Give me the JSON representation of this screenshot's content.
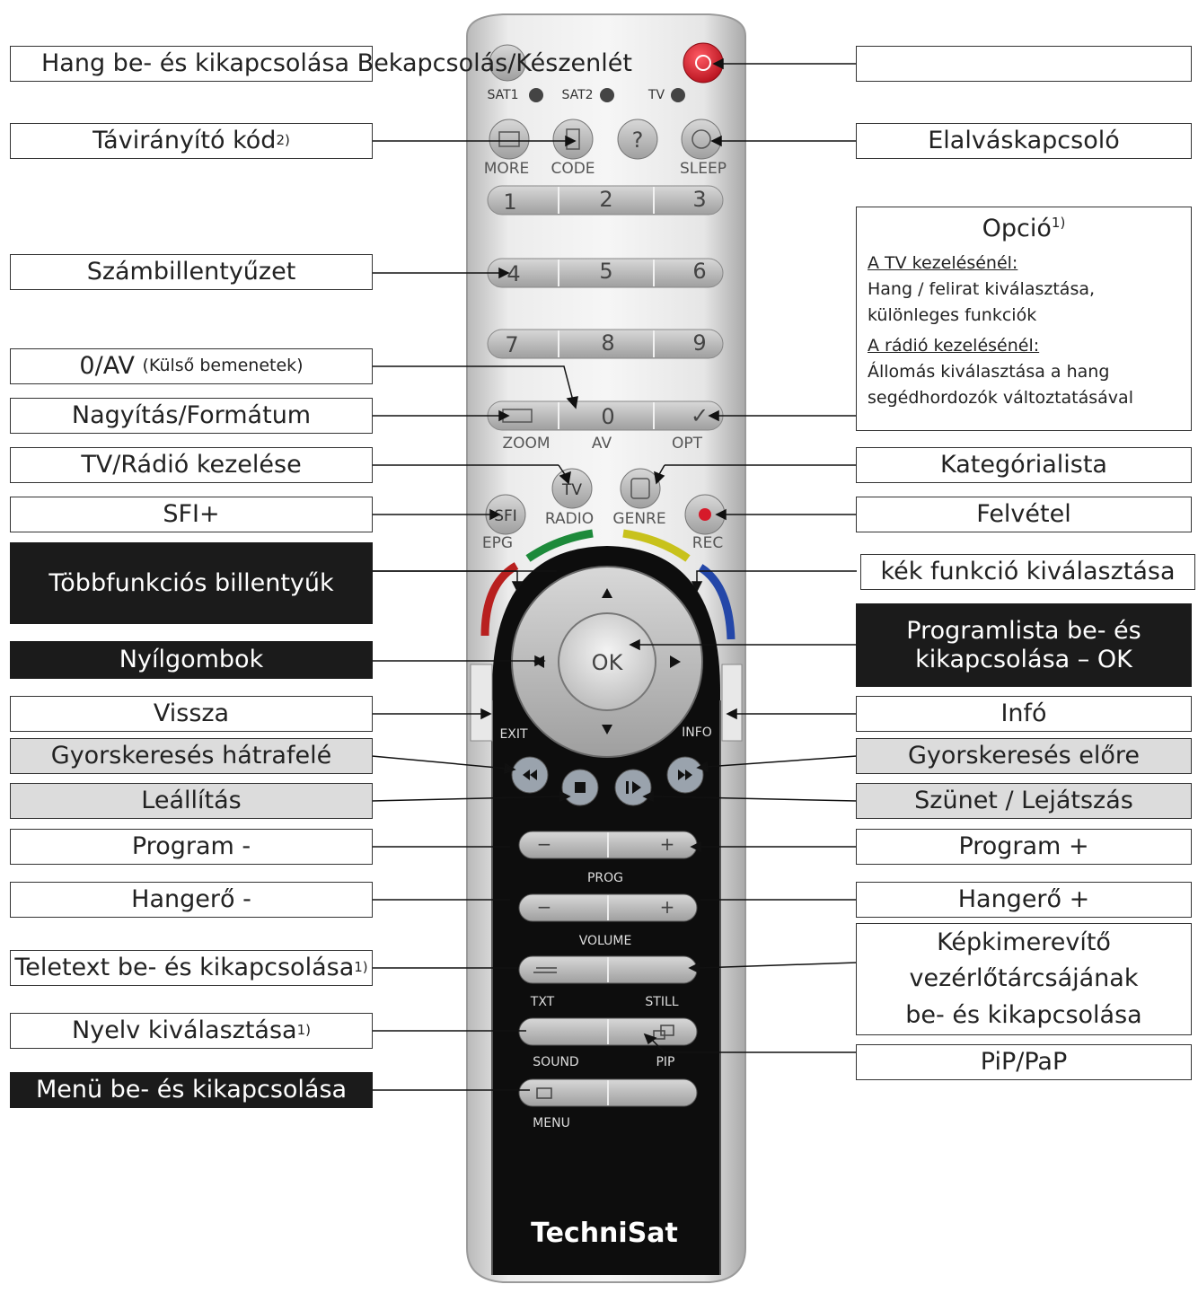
{
  "brand": "TechniSat",
  "colors": {
    "red_button": "#d61a2a",
    "green": "#1d8a3a",
    "yellow": "#c8c21c",
    "blue": "#2447a8",
    "red_arc": "#b8201f"
  },
  "labels": {
    "mute_power": "Hang be- és kikapcsolása Bekapcsolás/Készenlét",
    "power_right": "",
    "remote_code": "Távirányító kód",
    "remote_code_sup": "2)",
    "sleep": "Elalváskapcsoló",
    "numpad": "Számbillentyűzet",
    "zero_av": "0/AV",
    "zero_av_sub": "(Külső bemenetek)",
    "zoom_format": "Nagyítás/Formátum",
    "tv_radio": "TV/Rádió kezelése",
    "sfi": "SFI+",
    "category": "Kategórialista",
    "record": "Felvétel",
    "multifunction": "Többfunkciós billentyűk",
    "blue_function": "kék funkció kiválasztása",
    "arrows": "Nyílgombok",
    "program_list_1": "Programlista be- és",
    "program_list_2": "kikapcsolása – OK",
    "back": "Vissza",
    "info": "Infó",
    "rewind": "Gyorskeresés hátrafelé",
    "forward": "Gyorskeresés előre",
    "stop": "Leállítás",
    "pause_play": "Szünet / Lejátszás",
    "prog_minus": "Program -",
    "prog_plus": "Program +",
    "vol_minus": "Hangerő -",
    "vol_plus": "Hangerő +",
    "teletext": "Teletext be- és kikapcsolása",
    "teletext_sup": "1)",
    "freeze_1": "Képkimerevítő",
    "freeze_2": "vezérlőtárcsájának",
    "freeze_3": "be- és kikapcsolása",
    "language": "Nyelv kiválasztása",
    "language_sup": "1)",
    "pip": "PiP/PaP",
    "menu": "Menü be- és kikapcsolása"
  },
  "option_box": {
    "title": "Opció",
    "title_sup": "1)",
    "tv_heading": "A TV kezelésénél:",
    "tv_text_1": "Hang / felirat kiválasztása,",
    "tv_text_2": "különleges funkciók",
    "radio_heading": "A rádió kezelésénél:",
    "radio_text_1": "Állomás kiválasztása a hang",
    "radio_text_2": "segédhordozók változtatásával"
  },
  "remote": {
    "sat1": "SAT1",
    "sat2": "SAT2",
    "tv_led": "TV",
    "more": "MORE",
    "code": "CODE",
    "sleep": "SLEEP",
    "help": "?",
    "digits": [
      "1",
      "2",
      "3",
      "4",
      "5",
      "6",
      "7",
      "8",
      "9",
      "0"
    ],
    "zoom": "ZOOM",
    "av": "AV",
    "opt": "OPT",
    "opt_mark": "✓",
    "tv": "TV",
    "radio": "RADIO",
    "genre": "GENRE",
    "sfi": "SFI",
    "epg": "EPG",
    "rec": "REC",
    "ok": "OK",
    "exit": "EXIT",
    "info": "INFO",
    "minus": "−",
    "plus": "+",
    "prog": "PROG",
    "volume": "VOLUME",
    "txt": "TXT",
    "still": "STILL",
    "sound": "SOUND",
    "pip": "PIP",
    "menu": "MENU"
  }
}
